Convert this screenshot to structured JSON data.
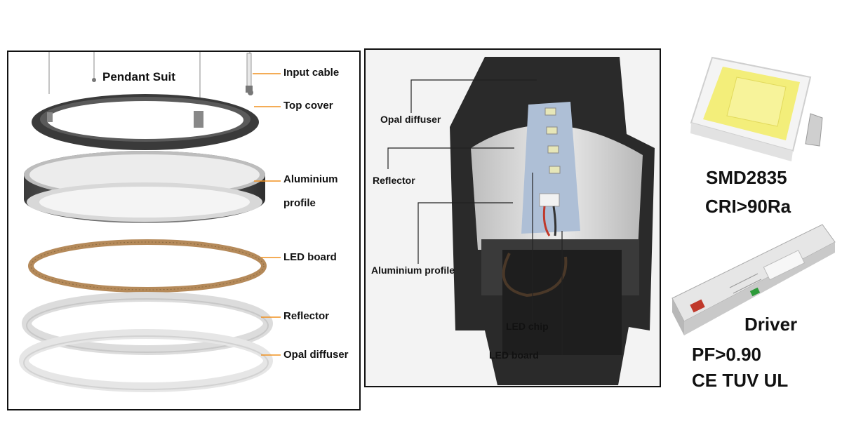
{
  "left": {
    "title": "Pendant Suit",
    "labels": {
      "input_cable": "Input cable",
      "top_cover": "Top cover",
      "aluminium_1": "Aluminium",
      "aluminium_2": "profile",
      "led_board": "LED board",
      "reflector": "Reflector",
      "opal_diffuser": "Opal diffuser"
    }
  },
  "middle": {
    "labels": {
      "opal_diffuser": "Opal diffuser",
      "reflector": "Reflector",
      "aluminium_profile": "Aluminium profile",
      "led_chip": "LED chip",
      "led_board": "LED board"
    }
  },
  "right": {
    "smd": "SMD2835",
    "cri": "CRI>90Ra",
    "driver": "Driver",
    "pf": "PF>0.90",
    "cert": "CE TUV UL"
  },
  "colors": {
    "leader_orange": "#f0901e",
    "profile_dark": "#2a2a2a",
    "led_board_bronze": "#b58a5a",
    "chip_yellow": "#f3ee7a"
  }
}
